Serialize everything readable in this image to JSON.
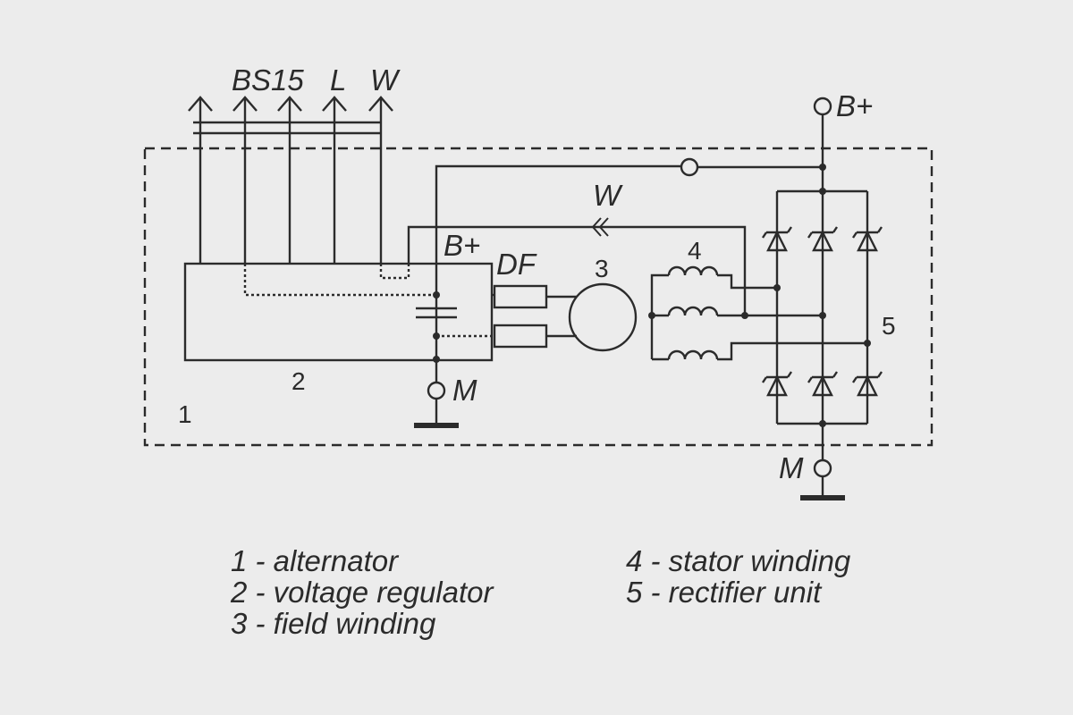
{
  "terminals": {
    "bs15": "BS15",
    "l": "L",
    "w_top": "W",
    "b_plus_top": "B+",
    "w_signal": "W",
    "b_plus_reg": "B+",
    "df": "DF",
    "m_reg": "M",
    "m_rect": "M"
  },
  "numbers": {
    "n1": "1",
    "n2": "2",
    "n3": "3",
    "n4": "4",
    "n5": "5"
  },
  "legend": {
    "left": [
      "1 - alternator",
      "2 - voltage regulator",
      "3 - field winding"
    ],
    "right": [
      "4 - stator winding",
      "5 - rectifier unit"
    ]
  }
}
